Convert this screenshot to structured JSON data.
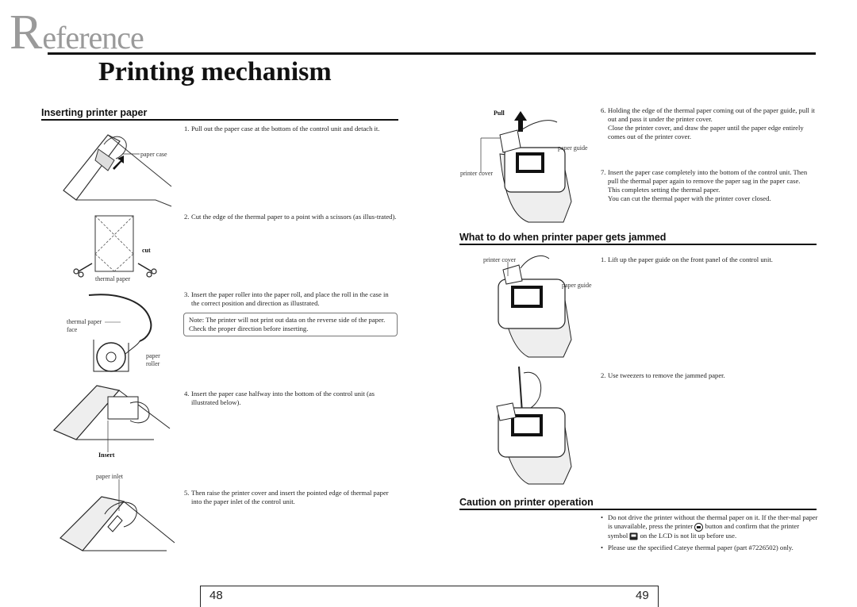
{
  "header": {
    "section_initial": "R",
    "section_rest": "eference",
    "title": "Printing mechanism"
  },
  "left": {
    "heading": "Inserting printer paper",
    "steps": [
      {
        "num": "1.",
        "text": "Pull out the paper case at the bottom of the control unit and detach it."
      },
      {
        "num": "2.",
        "text": "Cut the edge of the thermal paper to a point with a scissors (as illus-trated)."
      },
      {
        "num": "3.",
        "text": "Insert the paper roller into the paper roll, and place the roll in the case in the correct position and direction as illustrated."
      },
      {
        "num": "4.",
        "text": "Insert the paper case halfway into the bottom of the control unit (as illustrated below)."
      },
      {
        "num": "5.",
        "text": "Then raise the printer cover and insert the pointed edge of thermal paper into the paper inlet of the control unit."
      }
    ],
    "note": "Note: The printer will not print out data on the reverse side of the paper. Check the proper direction before inserting.",
    "labels": {
      "paper_case": "paper case",
      "cut": "cut",
      "thermal_paper": "thermal paper",
      "thermal_paper_face_1": "thermal paper",
      "thermal_paper_face_2": "face",
      "paper_roller_1": "paper",
      "paper_roller_2": "roller",
      "insert": "Insert",
      "paper_inlet": "paper  inlet"
    }
  },
  "right": {
    "steps_top": [
      {
        "num": "6.",
        "lines": [
          "Holding the edge of the thermal paper coming out of the paper guide, pull it out and pass it under the printer cover.",
          "Close the printer cover, and draw the paper until the paper edge entirely comes out of the printer cover."
        ]
      },
      {
        "num": "7.",
        "lines": [
          "Insert the paper case completely into the bottom of the control unit. Then pull the thermal paper again to remove the paper sag in the paper case.",
          "This completes setting the thermal paper.",
          "You can cut the thermal paper with the printer cover closed."
        ]
      }
    ],
    "labels": {
      "pull": "Pull",
      "paper_guide": "paper guide",
      "printer_cover": "printer cover",
      "printer_cover_2": "printer cover",
      "paper_guide_2": "paper guide"
    },
    "jam_heading": "What to do when printer paper gets jammed",
    "jam_steps": [
      {
        "num": "1.",
        "text": "Lift up the paper guide on the front panel of the control unit."
      },
      {
        "num": "2.",
        "text": "Use tweezers to remove the jammed paper."
      }
    ],
    "caution_heading": "Caution on printer operation",
    "caution_bullets": {
      "b1_part1": "Do not drive the printer without the thermal paper on it. If the ther-mal paper is unavailable, press the printer",
      "b1_part2": "button and confirm that the printer symbol",
      "b1_part3": "on the LCD is not lit up before use.",
      "b2": "Please use the specified Cateye thermal paper (part #7226502) only."
    }
  },
  "footer": {
    "page_left": "48",
    "page_right": "49"
  }
}
